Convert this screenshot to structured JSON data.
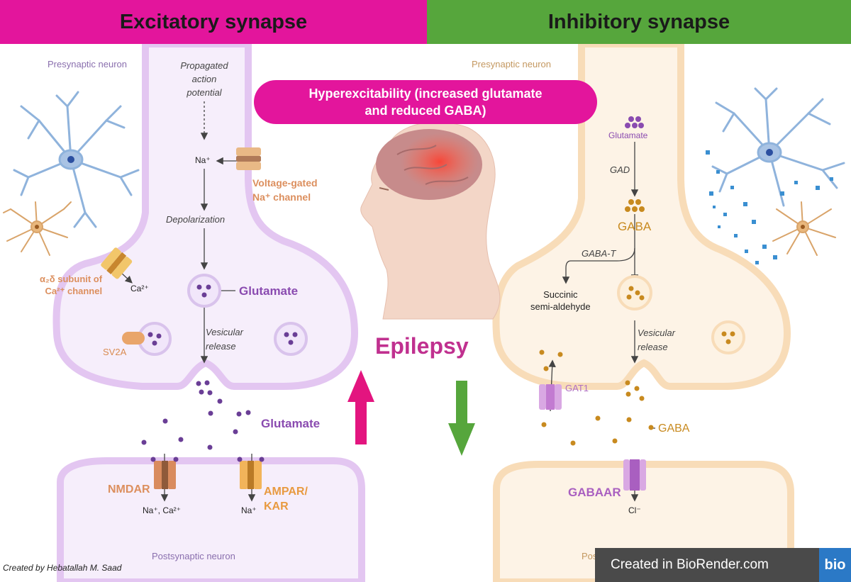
{
  "header": {
    "left_title": "Excitatory synapse",
    "right_title": "Inhibitory synapse"
  },
  "banner": {
    "line1": "Hyperexcitability (increased glutamate",
    "line2": "and reduced GABA)"
  },
  "center": {
    "title": "Epilepsy"
  },
  "excitatory": {
    "presynaptic": "Presynaptic neuron",
    "propagated": [
      "Propagated",
      "action",
      "potential"
    ],
    "na_ion": "Na⁺",
    "channel": [
      "Voltage-gated",
      "Na⁺ channel"
    ],
    "depolarization": "Depolarization",
    "alpha_subunit": [
      "α₂δ subunit of",
      "Ca²⁺ channel"
    ],
    "ca_ion": "Ca²⁺",
    "vesicle_glutamate": "Glutamate",
    "vesicular_release": [
      "Vesicular",
      "release"
    ],
    "sv2a": "SV2A",
    "cleft_glutamate": "Glutamate",
    "nmdar": "NMDAR",
    "ampar": [
      "AMPAR/",
      "KAR"
    ],
    "nmdar_ions": "Na⁺, Ca²⁺",
    "ampar_ions": "Na⁺",
    "postsynaptic": "Postsynaptic neuron"
  },
  "inhibitory": {
    "presynaptic": "Presynaptic neuron",
    "glutamate": "Glutamate",
    "gad": "GAD",
    "gaba": "GABA",
    "gaba_t": "GABA-T",
    "succinic": [
      "Succinic",
      "semi-aldehyde"
    ],
    "vesicular_release": [
      "Vesicular",
      "release"
    ],
    "gat1": "GAT1",
    "cleft_gaba": "GABA",
    "gabaa_r": "GABAAR",
    "cl_ion": "Cl⁻",
    "postsynaptic": "Postsynaptic neuron"
  },
  "credits": {
    "author": "Created by Hebatallah M. Saad",
    "biorender": "Created in BioRender.com",
    "logo": "bio"
  },
  "colors": {
    "excitatory_header": "#e3159c",
    "inhibitory_header": "#56a63c",
    "glutamate": "#8a4bb0",
    "gaba": "#c88a1f",
    "up_arrow": "#e3157f",
    "down_arrow": "#56a63c"
  }
}
